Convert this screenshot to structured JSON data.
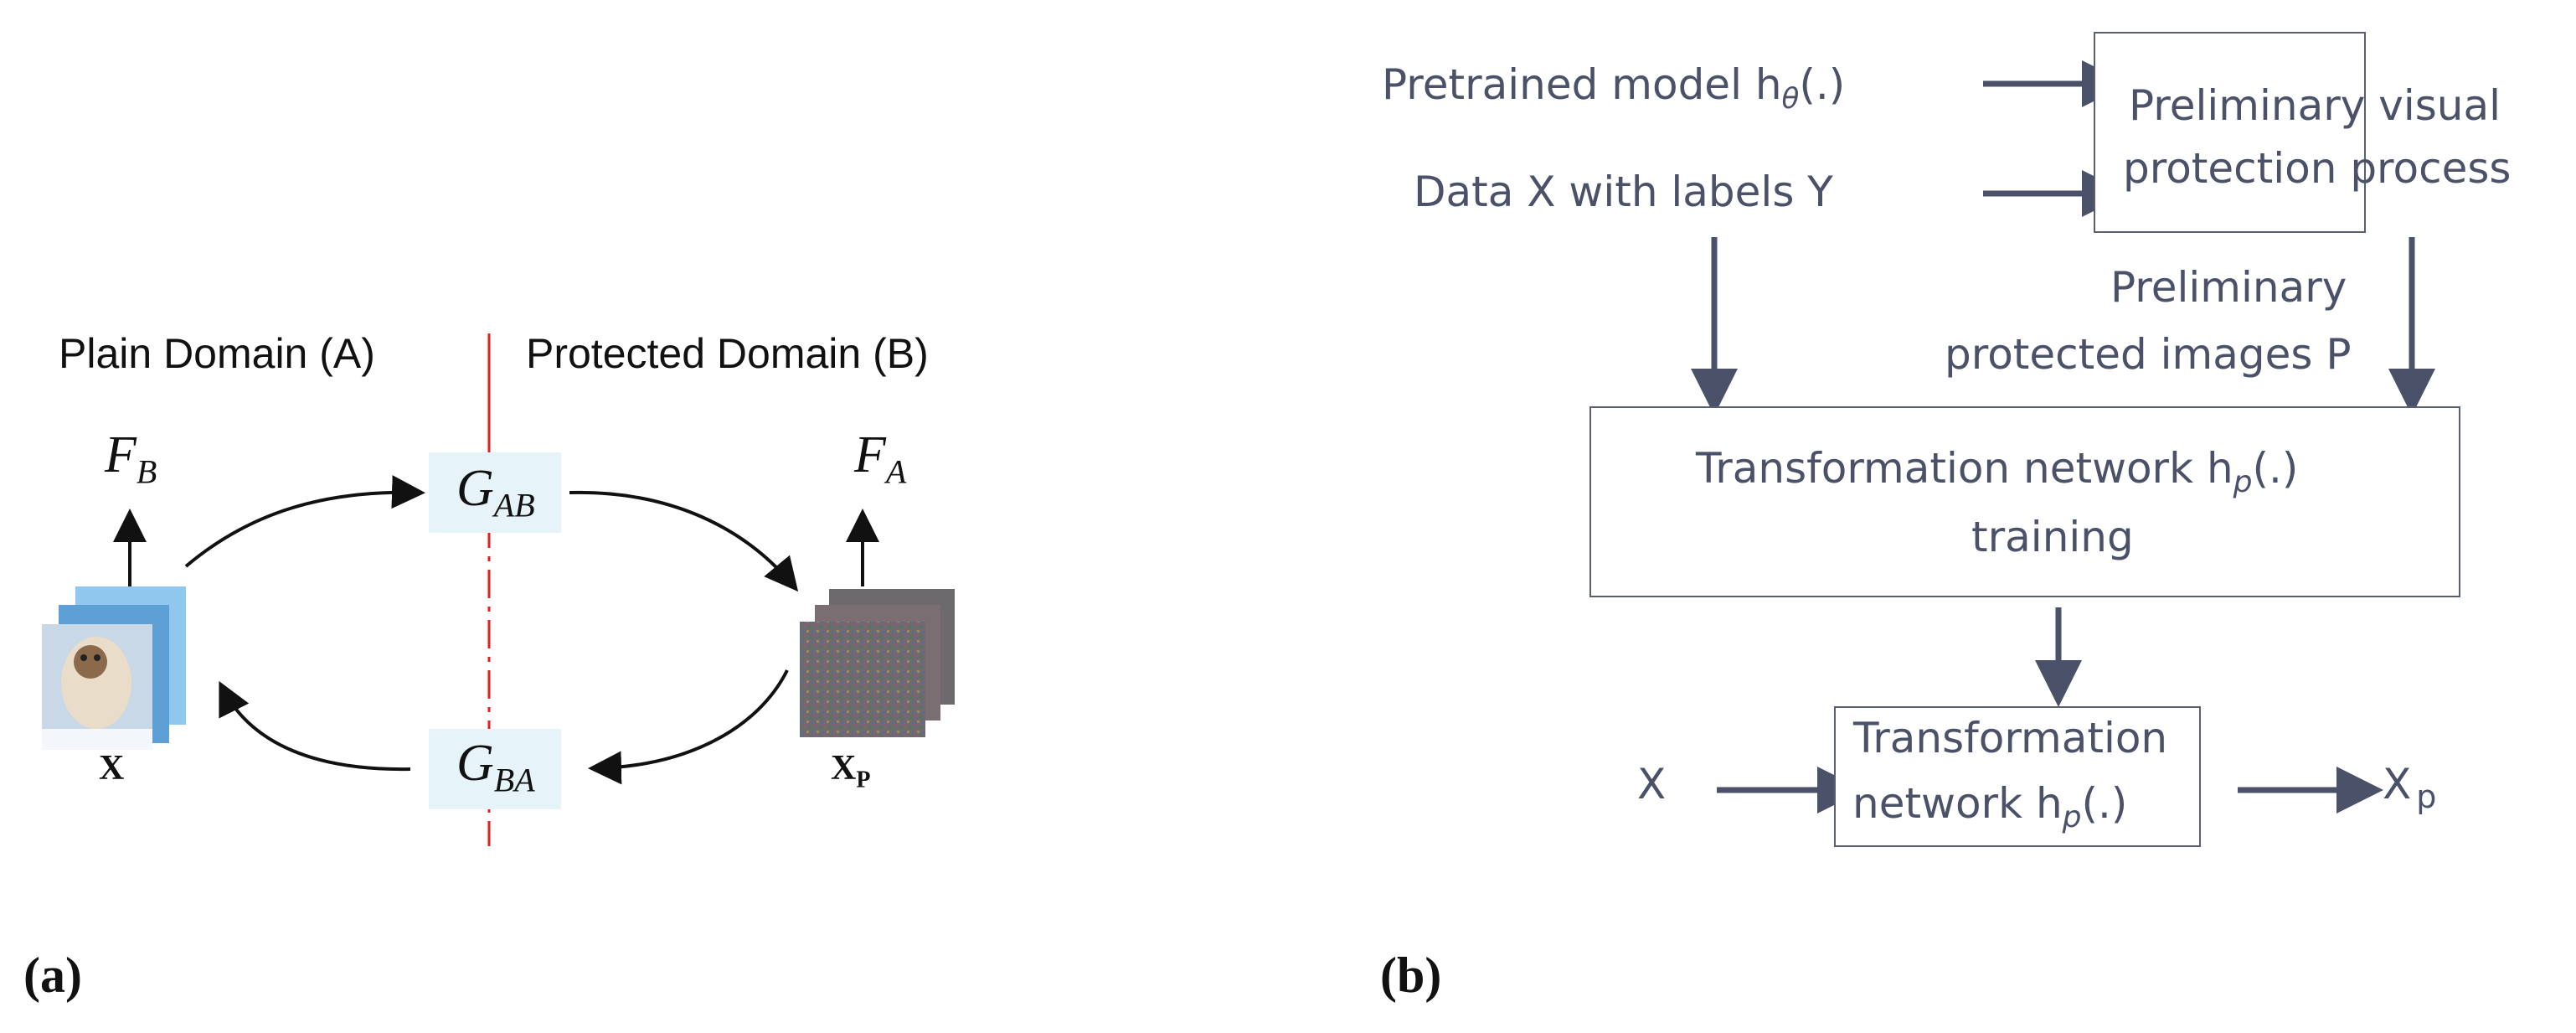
{
  "panel_a": {
    "plain_domain": "Plain Domain (A)",
    "protected_domain": "Protected Domain (B)",
    "f_b": "F",
    "f_b_sub": "B",
    "f_a": "F",
    "f_a_sub": "A",
    "g_ab": "G",
    "g_ab_sub": "AB",
    "g_ba": "G",
    "g_ba_sub": "BA",
    "x_label": "X",
    "xp_label": "X",
    "xp_sub": "P",
    "caption": "(a)"
  },
  "panel_b": {
    "pretrained": "Pretrained model h",
    "pretrained_sub": "θ",
    "pretrained_tail": "(.)",
    "data": "Data X with labels Y",
    "prelim_box_line1": "Preliminary visual",
    "prelim_box_line2": "protection process",
    "prelim_images_line1": "Preliminary",
    "prelim_images_line2": "protected images P",
    "train_line1": "Transformation network h",
    "train_sub": "p",
    "train_tail": "(.)",
    "train_line2": "training",
    "net_line1": "Transformation",
    "net_line2": "network h",
    "net_sub": "p",
    "net_tail": "(.)",
    "x_in": "X",
    "x_out": "X",
    "x_out_sub": "p",
    "caption": "(b)"
  },
  "colors": {
    "panel_b_line": "#4a5168",
    "divider_red": "#dd2222",
    "g_box_fill": "#e6f3f8"
  }
}
